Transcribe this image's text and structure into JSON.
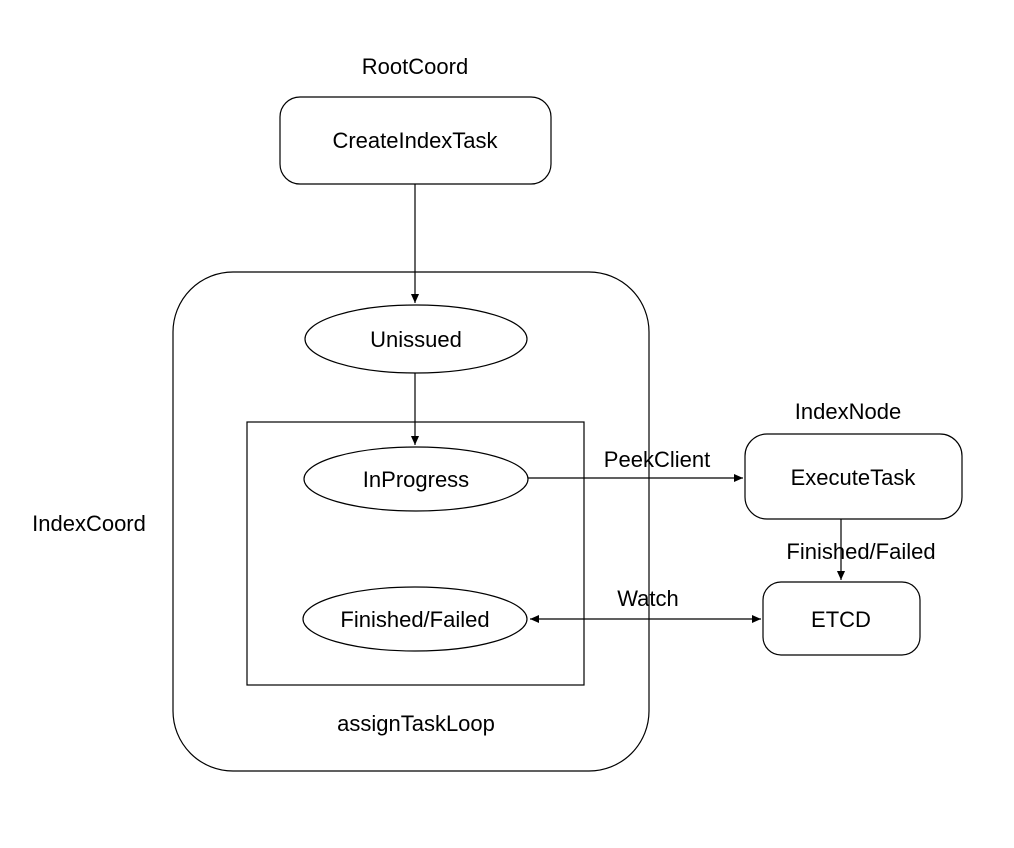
{
  "diagram": {
    "title_labels": {
      "root_coord": "RootCoord",
      "index_coord": "IndexCoord",
      "index_node": "IndexNode",
      "assign_task_loop": "assignTaskLoop"
    },
    "nodes": {
      "create_index_task": "CreateIndexTask",
      "unissued": "Unissued",
      "in_progress": "InProgress",
      "finished_failed": "Finished/Failed",
      "execute_task": "ExecuteTask",
      "etcd": "ETCD"
    },
    "edge_labels": {
      "peek_client": "PeekClient",
      "finished_failed": "Finished/Failed",
      "watch": "Watch"
    },
    "colors": {
      "stroke": "#000000",
      "text": "#000000",
      "background": "#ffffff"
    }
  }
}
